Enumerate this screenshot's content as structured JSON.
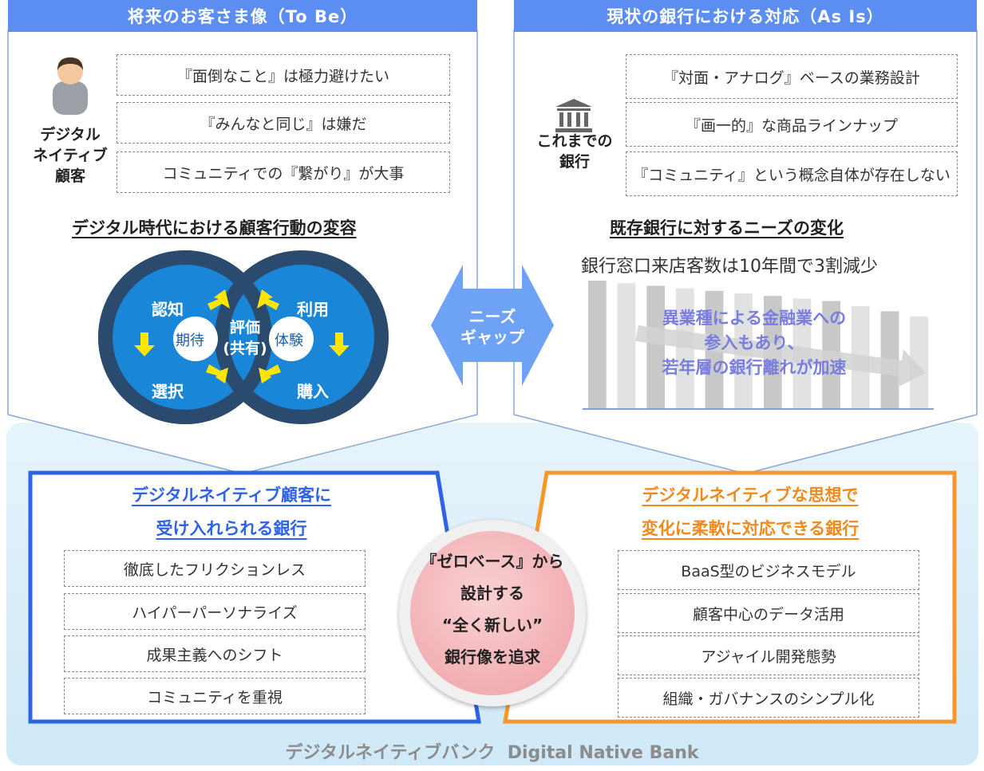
{
  "left_panel": {
    "header": "将来のお客さま像（To Be）",
    "persona_label": [
      "デジタル",
      "ネイティブ",
      "顧客"
    ],
    "items": [
      "『面倒なこと』は極力避けたい",
      "『みんなと同じ』は嫌だ",
      "コミュニティでの『繋がり』が大事"
    ],
    "section_title": "デジタル時代における顧客行動の変容",
    "cycle": {
      "left_circle": "期待",
      "right_circle": "体験",
      "center": [
        "評価",
        "(共有)"
      ],
      "stages": [
        "認知",
        "選択",
        "利用",
        "購入"
      ]
    }
  },
  "right_panel": {
    "header": "現状の銀行における対応（As Is）",
    "bank_label": [
      "これまでの",
      "銀行"
    ],
    "items": [
      "『対面・アナログ』ベースの業務設計",
      "『画一的』な商品ラインナップ",
      "『コミュニティ』という概念自体が存在しない"
    ],
    "section_title": "既存銀行に対するニーズの変化",
    "chart_caption": "銀行窓口来店客数は10年間で3割減少",
    "chart_annotation": [
      "異業種による金融業への",
      "参入もあり、",
      "若年層の銀行離れが加速"
    ]
  },
  "gap": {
    "label": [
      "ニーズ",
      "ギャップ"
    ]
  },
  "bottom_left": {
    "title": [
      "デジタルネイティブ顧客に",
      "受け入れられる銀行"
    ],
    "items": [
      "徹底したフリクションレス",
      "ハイパーパーソナライズ",
      "成果主義へのシフト",
      "コミュニティを重視"
    ]
  },
  "bottom_right": {
    "title": [
      "デジタルネイティブな思想で",
      "変化に柔軟に対応できる銀行"
    ],
    "items": [
      "BaaS型のビジネスモデル",
      "顧客中心のデータ活用",
      "アジャイル開発態勢",
      "組織・ガバナンスのシンプル化"
    ]
  },
  "center_circle": [
    "『ゼロベース』から",
    "設計する",
    "“全く新しい”",
    "銀行像を追求"
  ],
  "footer": "デジタルネイティブバンク  Digital Native Bank",
  "colors": {
    "header_blue": "#5b8ef0",
    "circle_blue": "#1a86d8",
    "ring_navy": "#2a4a6e",
    "arrow_yellow": "#ffe600",
    "accent_orange": "#f8962e",
    "accent_blue": "#2e63e8"
  },
  "chart_data": {
    "type": "bar",
    "title": "銀行窓口来店客数は10年間で3割減少",
    "series": [
      {
        "values": [
          100,
          98,
          96,
          94,
          92,
          90,
          88,
          86,
          84,
          80,
          76,
          72
        ]
      }
    ],
    "ylim": [
      0,
      100
    ],
    "grid": false
  }
}
